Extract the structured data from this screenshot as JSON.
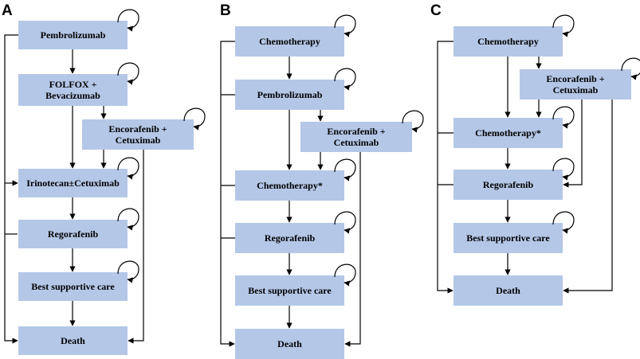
{
  "panels": [
    {
      "label": "A",
      "nodes": [
        {
          "id": "pembrolizumab",
          "lines": [
            "Pembrolizumab"
          ]
        },
        {
          "id": "folfox",
          "lines": [
            "FOLFOX +",
            "Bevacizumab"
          ]
        },
        {
          "id": "encorafenib",
          "lines": [
            "Encorafenib +",
            "Cetuximab"
          ]
        },
        {
          "id": "irinotecan",
          "lines": [
            "Irinotecan±Cetuximab"
          ]
        },
        {
          "id": "regorafenib",
          "lines": [
            "Regorafenib"
          ]
        },
        {
          "id": "bsc",
          "lines": [
            "Best supportive care"
          ]
        },
        {
          "id": "death",
          "lines": [
            "Death"
          ]
        }
      ]
    },
    {
      "label": "B",
      "nodes": [
        {
          "id": "chemotherapy",
          "lines": [
            "Chemotherapy"
          ]
        },
        {
          "id": "pembrolizumab",
          "lines": [
            "Pembrolizumab"
          ]
        },
        {
          "id": "encorafenib",
          "lines": [
            "Encorafenib +",
            "Cetuximab"
          ]
        },
        {
          "id": "chemotherapy2",
          "lines": [
            "Chemotherapy*"
          ]
        },
        {
          "id": "regorafenib",
          "lines": [
            "Regorafenib"
          ]
        },
        {
          "id": "bsc",
          "lines": [
            "Best supportive care"
          ]
        },
        {
          "id": "death",
          "lines": [
            "Death"
          ]
        }
      ]
    },
    {
      "label": "C",
      "nodes": [
        {
          "id": "chemotherapy",
          "lines": [
            "Chemotherapy"
          ]
        },
        {
          "id": "encorafenib",
          "lines": [
            "Encorafenib +",
            "Cetuximab"
          ]
        },
        {
          "id": "chemotherapy2",
          "lines": [
            "Chemotherapy*"
          ]
        },
        {
          "id": "regorafenib",
          "lines": [
            "Regorafenib"
          ]
        },
        {
          "id": "bsc",
          "lines": [
            "Best supportive care"
          ]
        },
        {
          "id": "death",
          "lines": [
            "Death"
          ]
        }
      ]
    }
  ]
}
